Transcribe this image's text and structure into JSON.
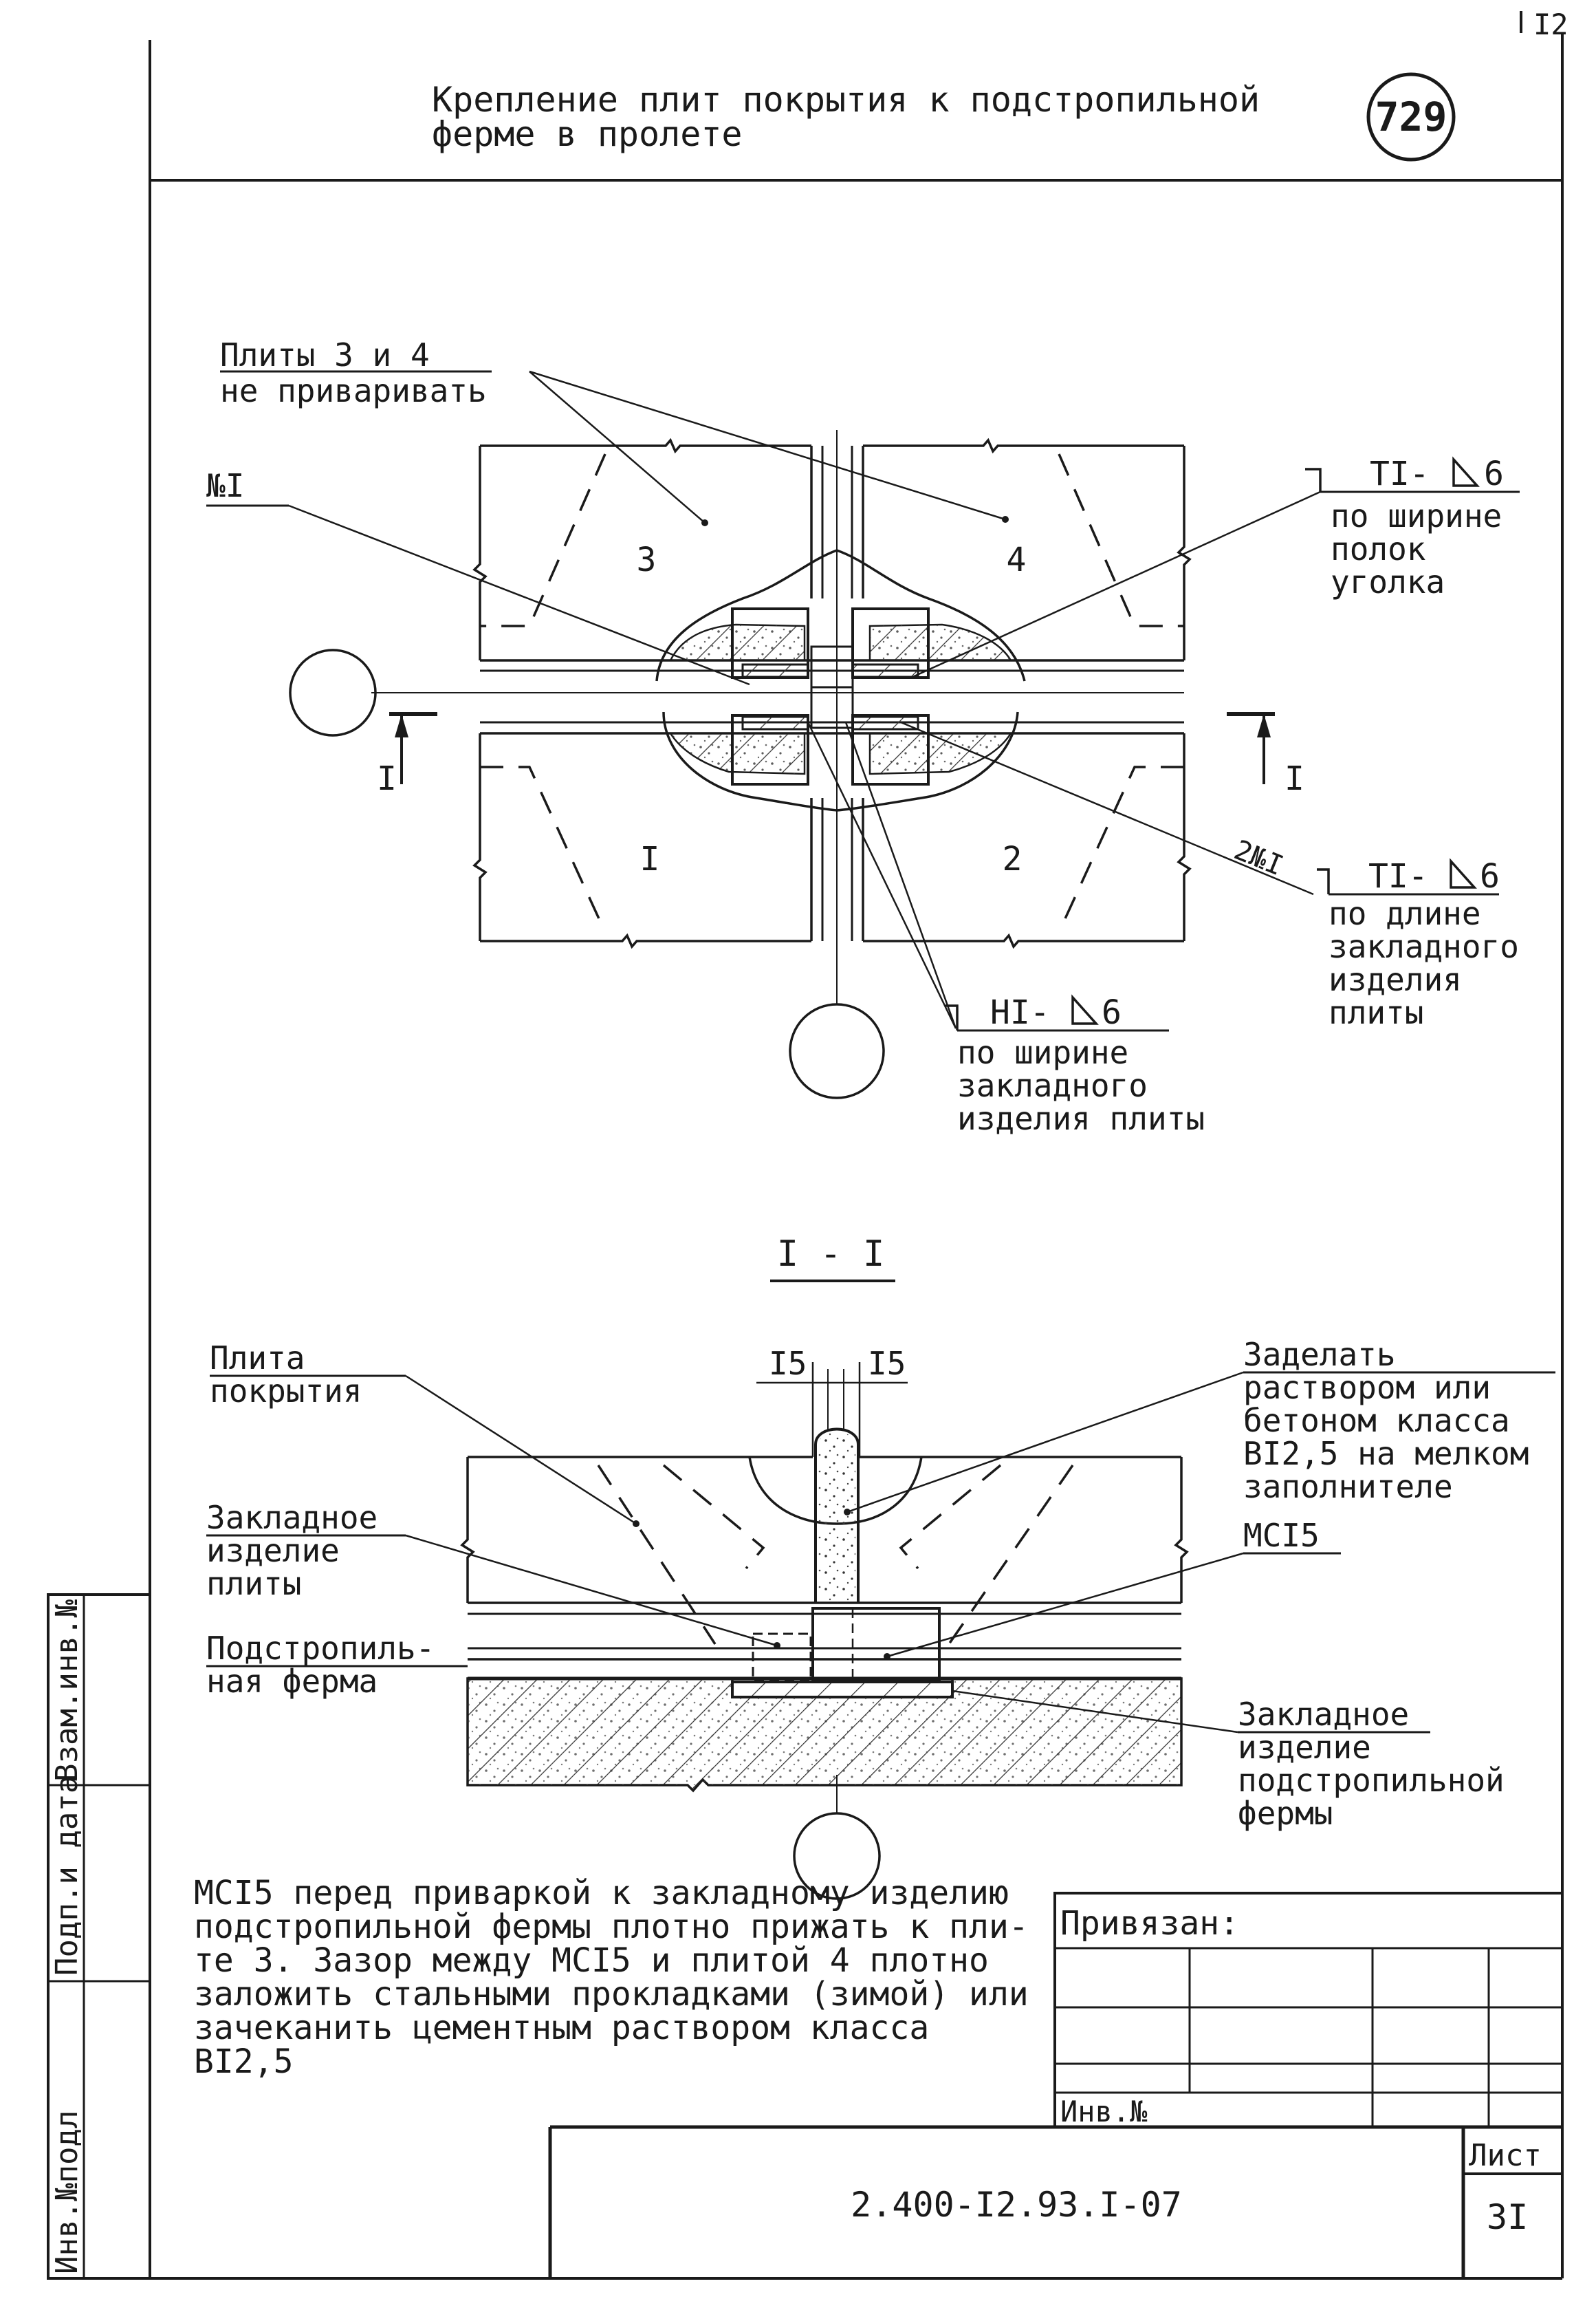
{
  "sheet_corner_number": "I2",
  "title": {
    "line1": "Крепление плит покрытия к подстропильной",
    "line2": "ферме в пролете",
    "badge": "729"
  },
  "plan": {
    "note_no_weld_line1": "Плиты 3 и 4",
    "note_no_weld_line2": "не приваривать",
    "item_ref": "№I",
    "slab_numbers": [
      "3",
      "4",
      "I",
      "2"
    ],
    "section_mark": "I",
    "weld_t1_top": {
      "code": "TI-",
      "size": "6",
      "lines": [
        "по ширине",
        "полок",
        "уголка"
      ]
    },
    "weld_t1_bottom": {
      "ref": "2№I",
      "code": "TI-",
      "size": "6",
      "lines": [
        "по длине",
        "закладного",
        "изделия",
        "плиты"
      ]
    },
    "weld_h1": {
      "code": "HI-",
      "size": "6",
      "lines": [
        "по ширине",
        "закладного",
        "изделия плиты"
      ]
    }
  },
  "section": {
    "title": "I - I",
    "dim_left": "I5",
    "dim_right": "I5",
    "label_slab": [
      "Плита",
      "покрытия"
    ],
    "label_embed_slab": [
      "Закладное",
      "изделие",
      "плиты"
    ],
    "label_truss": [
      "Подстропиль-",
      "ная ферма"
    ],
    "label_grout": [
      "Заделать",
      "раствором или",
      "бетоном класса",
      "BI2,5 на мелком",
      "заполнителе"
    ],
    "label_mc": "MCI5",
    "label_embed_truss": [
      "Закладное",
      "изделие",
      "подстропильной",
      "фермы"
    ]
  },
  "note_lines": [
    "MCI5 перед приваркой к закладному изделию",
    "подстропильной фермы плотно прижать к пли-",
    "те 3. Зазор между MCI5 и плитой 4 плотно",
    "заложить стальными прокладками (зимой) или",
    "зачеканить цементным раствором класса",
    "BI2,5"
  ],
  "stamp": {
    "bound_label": "Привязан:",
    "inv_label": "Инв.№",
    "doc_code": "2.400-I2.93.I-07",
    "sheet_label": "Лист",
    "sheet_number": "3I"
  },
  "side_stamp": {
    "field1": "Инв.№подл",
    "field2": "Подп.и дата",
    "field3": "Взам.инв.№"
  }
}
